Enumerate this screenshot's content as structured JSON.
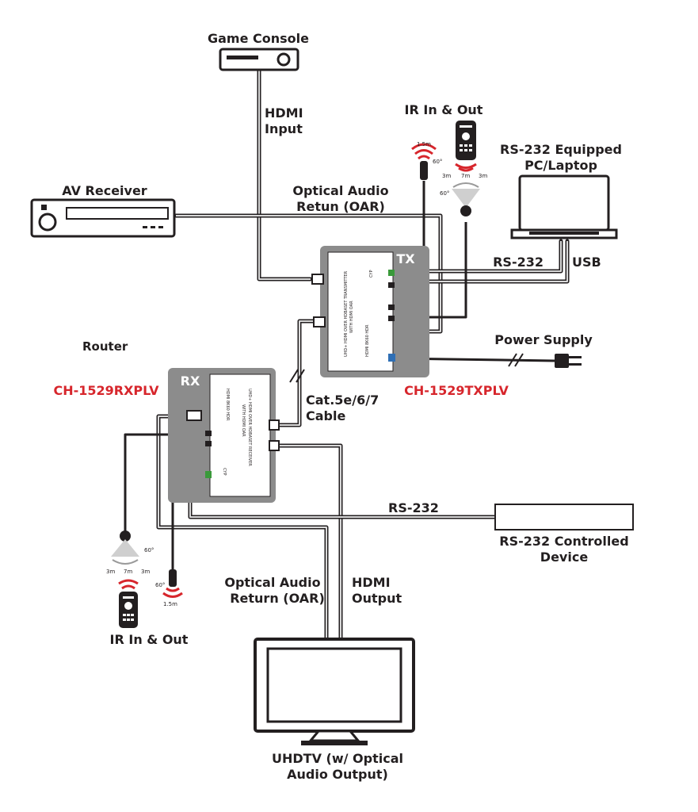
{
  "labels": {
    "game_console": "Game Console",
    "hdmi_input_1": "HDMI",
    "hdmi_input_2": "Input",
    "ir_top": "IR In & Out",
    "rs232_pc_1": "RS-232 Equipped",
    "rs232_pc_2": "PC/Laptop",
    "av_receiver": "AV Receiver",
    "oar_top_1": "Optical Audio",
    "oar_top_2": "Retun (OAR)",
    "tx_tag": "TX",
    "rs232_top": "RS-232",
    "usb": "USB",
    "power_supply": "Power Supply",
    "router": "Router",
    "rx_model": "CH-1529RXPLV",
    "rx_tag": "RX",
    "tx_model": "CH-1529TXPLV",
    "cat_cable_1": "Cat.5e/6/7",
    "cat_cable_2": "Cable",
    "rs232_bottom": "RS-232",
    "rs232_device_1": "RS-232 Controlled",
    "rs232_device_2": "Device",
    "oar_bottom_1": "Optical Audio",
    "oar_bottom_2": "Return (OAR)",
    "hdmi_output_1": "HDMI",
    "hdmi_output_2": "Output",
    "ir_bottom": "IR In & Out",
    "tv_1": "UHDTV (w/ Optical",
    "tv_2": "Audio Output)"
  },
  "ir_ranges": {
    "tx_sensor_dist": "1.5m",
    "tx_sensor_angle": "60°",
    "tx_blaster_left": "3m",
    "tx_blaster_mid": "7m",
    "tx_blaster_right": "3m",
    "tx_blaster_angle": "60°",
    "rx_blaster_angle": "60°",
    "rx_blaster_left": "3m",
    "rx_blaster_mid": "7m",
    "rx_blaster_right": "3m",
    "rx_sensor_angle": "60°",
    "rx_sensor_dist": "1.5m"
  },
  "device_text": {
    "tx_line1": "UHD+ HDMI OVER HDBASET TRANSMITTER",
    "tx_line2": "WITH HDMI OAR",
    "tx_brand": "HDMI 8K60 HDR",
    "rx_line1": "UHD+ HDMI OVER HDBASET RECEIVER",
    "rx_line2": "WITH HDMI OAR",
    "rx_brand": "HDMI 8K60 HDR",
    "logo": "CYP"
  },
  "colors": {
    "accent_red": "#d7262c",
    "device_gray": "#8c8c8c",
    "line": "#231f20"
  }
}
